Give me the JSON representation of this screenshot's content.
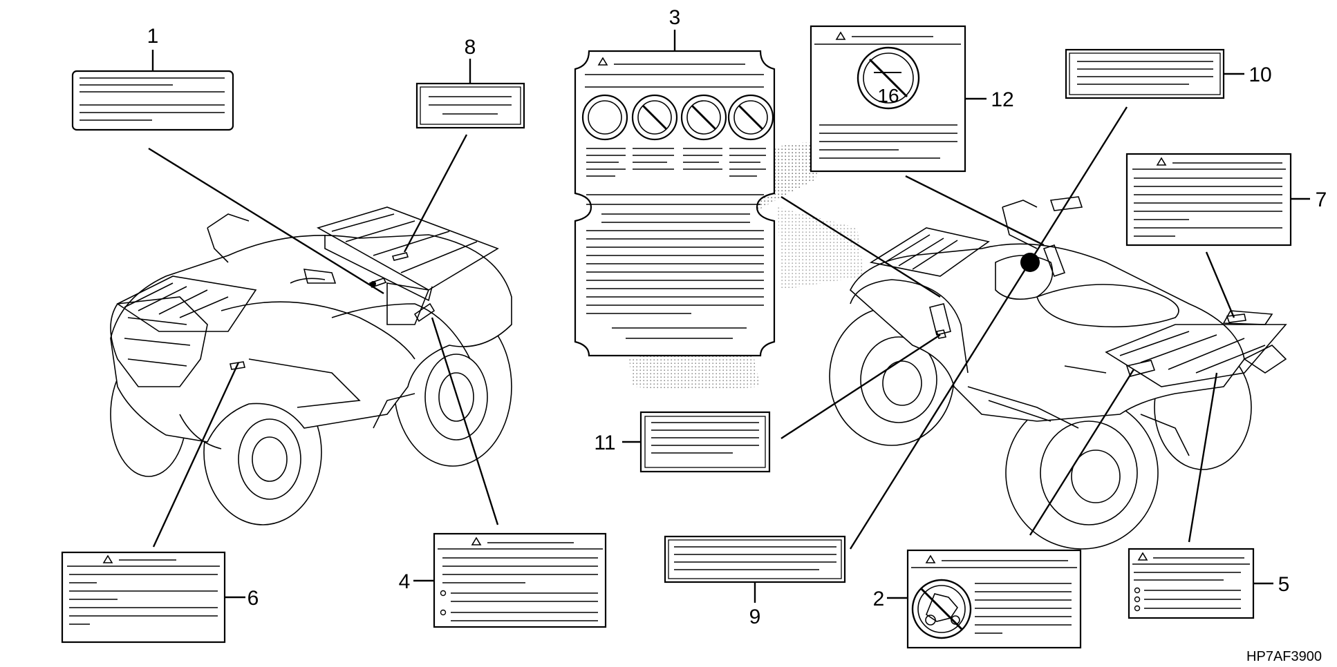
{
  "diagram_code": "HP7AF3900",
  "callouts": [
    {
      "id": "1",
      "text": "1"
    },
    {
      "id": "2",
      "text": "2"
    },
    {
      "id": "3",
      "text": "3"
    },
    {
      "id": "4",
      "text": "4"
    },
    {
      "id": "5",
      "text": "5"
    },
    {
      "id": "6",
      "text": "6"
    },
    {
      "id": "7",
      "text": "7"
    },
    {
      "id": "8",
      "text": "8"
    },
    {
      "id": "9",
      "text": "9"
    },
    {
      "id": "10",
      "text": "10"
    },
    {
      "id": "11",
      "text": "11"
    },
    {
      "id": "12",
      "text": "12"
    }
  ],
  "age_warning_number": "16",
  "icons": {
    "warning": "warning-triangle-icon",
    "prohibited": "prohibition-circle-icon",
    "passenger": "no-passenger-icon",
    "age": "no-under-16-icon"
  }
}
